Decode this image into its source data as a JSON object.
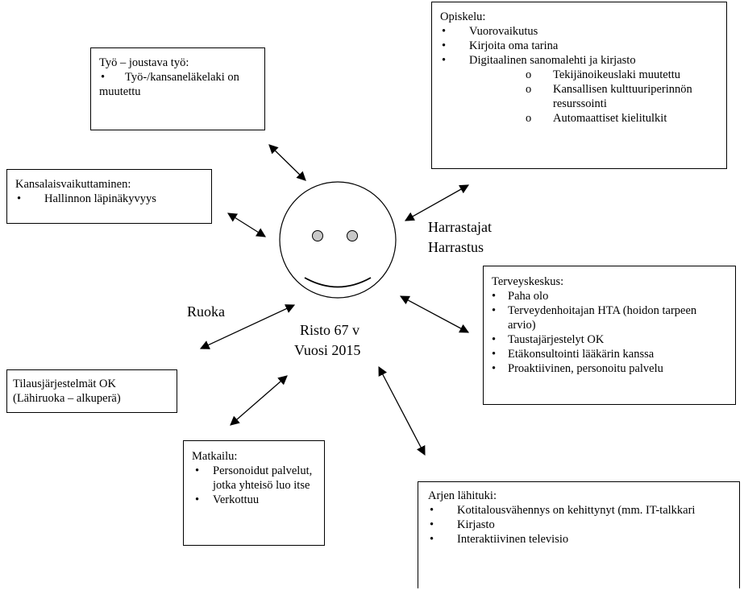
{
  "center": {
    "name": "Risto 67 v",
    "year": "Vuosi 2015"
  },
  "labels": {
    "ruoka": "Ruoka",
    "harrastajat": "Harrastajat",
    "harrastus": "Harrastus"
  },
  "boxes": {
    "tyo": {
      "title": "Työ – joustava työ:",
      "items": [
        "Työ-/kansaneläkelaki on muutettu"
      ]
    },
    "kansalais": {
      "title": "Kansalaisvaikuttaminen:",
      "items": [
        "Hallinnon läpinäkyvyys"
      ]
    },
    "tilaus": {
      "line1": "Tilausjärjestelmät OK",
      "line2": "(Lähiruoka – alkuperä)"
    },
    "opiskelu": {
      "title": "Opiskelu:",
      "items": [
        "Vuorovaikutus",
        "Kirjoita oma tarina",
        "Digitaalinen sanomalehti ja kirjasto"
      ],
      "subitems": [
        "Tekijänoikeuslaki muutettu",
        "Kansallisen kulttuuriperinnön resurssointi",
        "Automaattiset kielitulkit"
      ]
    },
    "terveys": {
      "title": "Terveyskeskus:",
      "items": [
        "Paha olo",
        "Terveydenhoitajan HTA (hoidon tarpeen arvio)",
        "Taustajärjestelyt OK",
        "Etäkonsultointi lääkärin kanssa",
        "Proaktiivinen, personoitu palvelu"
      ]
    },
    "matkailu": {
      "title": "Matkailu:",
      "items": [
        "Personoidut palvelut, jotka yhteisö luo itse",
        "Verkottuu"
      ]
    },
    "arjen": {
      "title": "Arjen lähituki:",
      "items": [
        "Kotitalousvähennys on kehittynyt (mm. IT-talkkari",
        "Kirjasto",
        "Interaktiivinen televisio"
      ]
    }
  },
  "glyphs": {
    "bullet": "•",
    "circle": "o"
  }
}
